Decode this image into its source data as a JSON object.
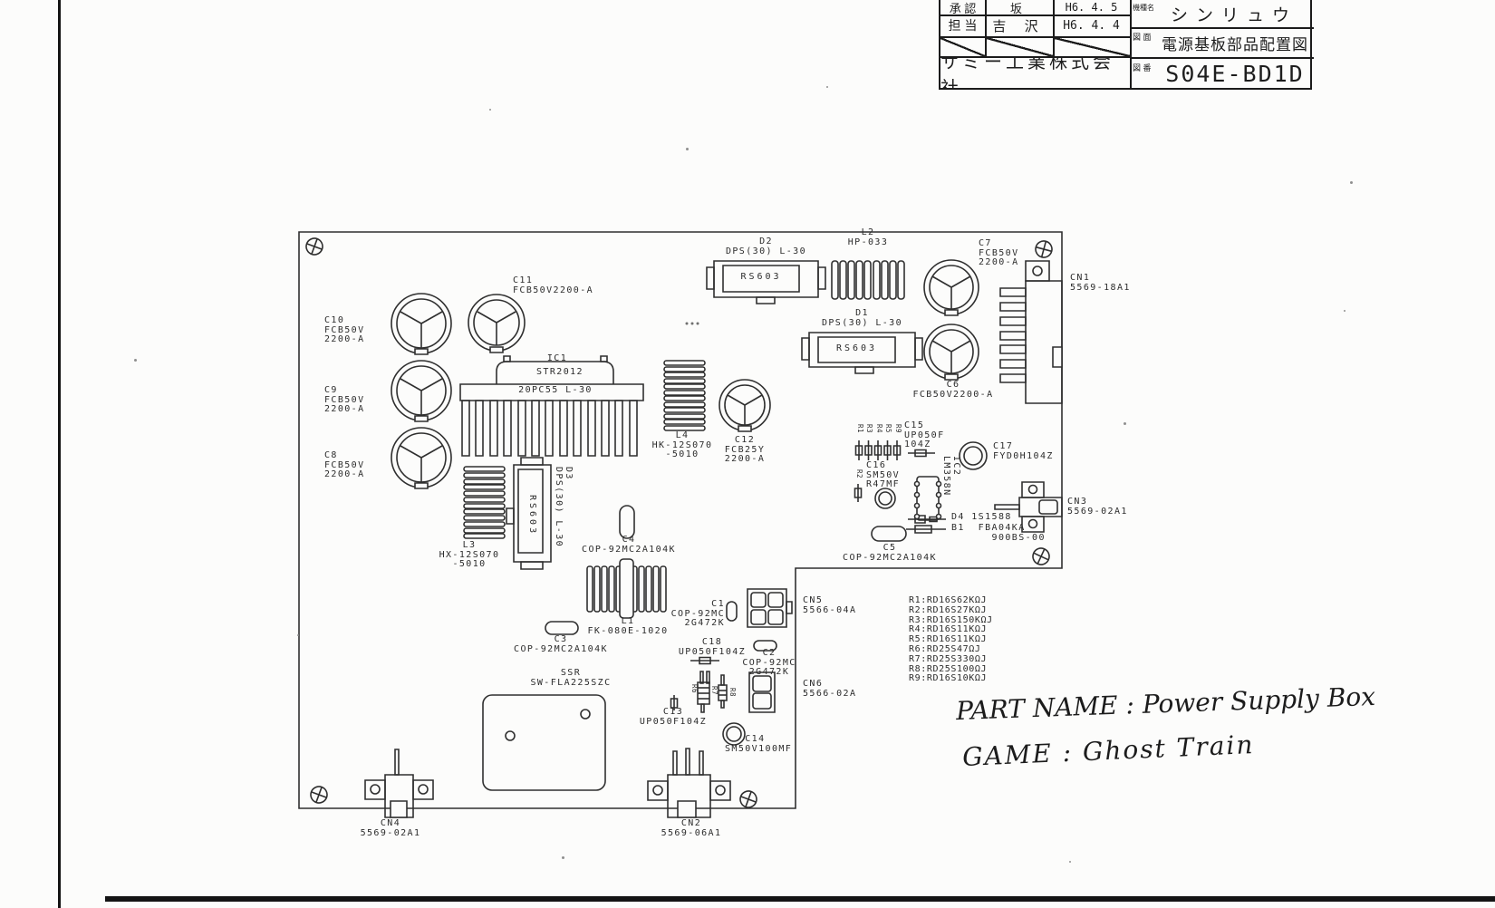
{
  "title_block": {
    "approval_label": "承 認",
    "approval_name": "坂",
    "approval_date": "H6. 4. 5",
    "charge_label": "担 当",
    "charge_name": "吉 沢",
    "charge_date": "H6. 4. 4",
    "company": "サミー工業株式会社",
    "model_label": "機種名",
    "model_name": "シンリュウ",
    "drawing_label": "図 面",
    "drawing_title": "電源基板部品配置図",
    "number_label": "図 番",
    "drawing_number": "S04E-BD1D"
  },
  "handwriting": {
    "line1": "PART NAME : Power Supply Box",
    "line2": "GAME : Ghost Train"
  },
  "resistor_list": {
    "lines": [
      "R1:RD16S62KΩJ",
      "R2:RD16S27KΩJ",
      "R3:RD16S150KΩJ",
      "R4:RD16S11KΩJ",
      "R5:RD16S11KΩJ",
      "R6:RD25S47ΩJ",
      "R7:RD25S330ΩJ",
      "R8:RD25S100ΩJ",
      "R9:RD16S10KΩJ"
    ]
  },
  "labels": {
    "c10": "C10\nFCB50V\n2200-A",
    "c11": "C11\nFCB50V2200-A",
    "c9": "C9\nFCB50V\n2200-A",
    "c8": "C8\nFCB50V\n2200-A",
    "ic1": "IC1",
    "str2012": "STR2012",
    "heatsink": "20PC55 L-30",
    "l4": "L4\nHK-12S070\n-5010",
    "c12": "C12\nFCB25Y\n2200-A",
    "d2": "D2\nDPS(30) L-30",
    "d2_part": "RS603",
    "l2": "L2\nHP-033",
    "d1": "D1\nDPS(30) L-30",
    "d1_part": "RS603",
    "c7": "C7\nFCB50V\n2200-A",
    "c6": "C6\nFCB50V2200-A",
    "cn1": "CN1\n5569-18A1",
    "l3": "L3\nHX-12S070\n-5010",
    "d3": "D3\nDPS(30) L-30",
    "d3_part": "RS603",
    "c4": "C4\nCOP-92MC2A104K",
    "l1": "L1\nFK-080E-1020",
    "c3": "C3\nCOP-92MC2A104K",
    "ssr": "SSR\nSW-FLA225SZC",
    "c1": "C1\nCOP-92MC\n2G472K",
    "c18": "C18\nUP050F104Z",
    "c2": "C2\nCOP-92MC\n2G472K",
    "cn5": "CN5\n5566-04A",
    "cn6": "CN6\n5566-02A",
    "c13": "C13\nUP050F104Z",
    "c14": "   C14\nSM50V100MF",
    "cn2": "CN2\n5569-06A1",
    "cn4": "CN4\n5569-02A1",
    "cn3": "CN3\n5569-02A1",
    "c15": "C15\nUP050F\n104Z",
    "c16": "C16\nSM50V\nR47MF",
    "c17": "C17\nFYD0H104Z",
    "ic2": "IC2\nLM358N",
    "r2": "R2",
    "d4": "D4  1S1588",
    "b1": "B1  FBA04KA\n      900BS-00",
    "c5": "C5\nCOP-92MC2A104K",
    "r_row": [
      "R1",
      "R3",
      "R4",
      "R5",
      "R9"
    ],
    "r6": "R6",
    "r7": "R7",
    "r8": "R8"
  }
}
